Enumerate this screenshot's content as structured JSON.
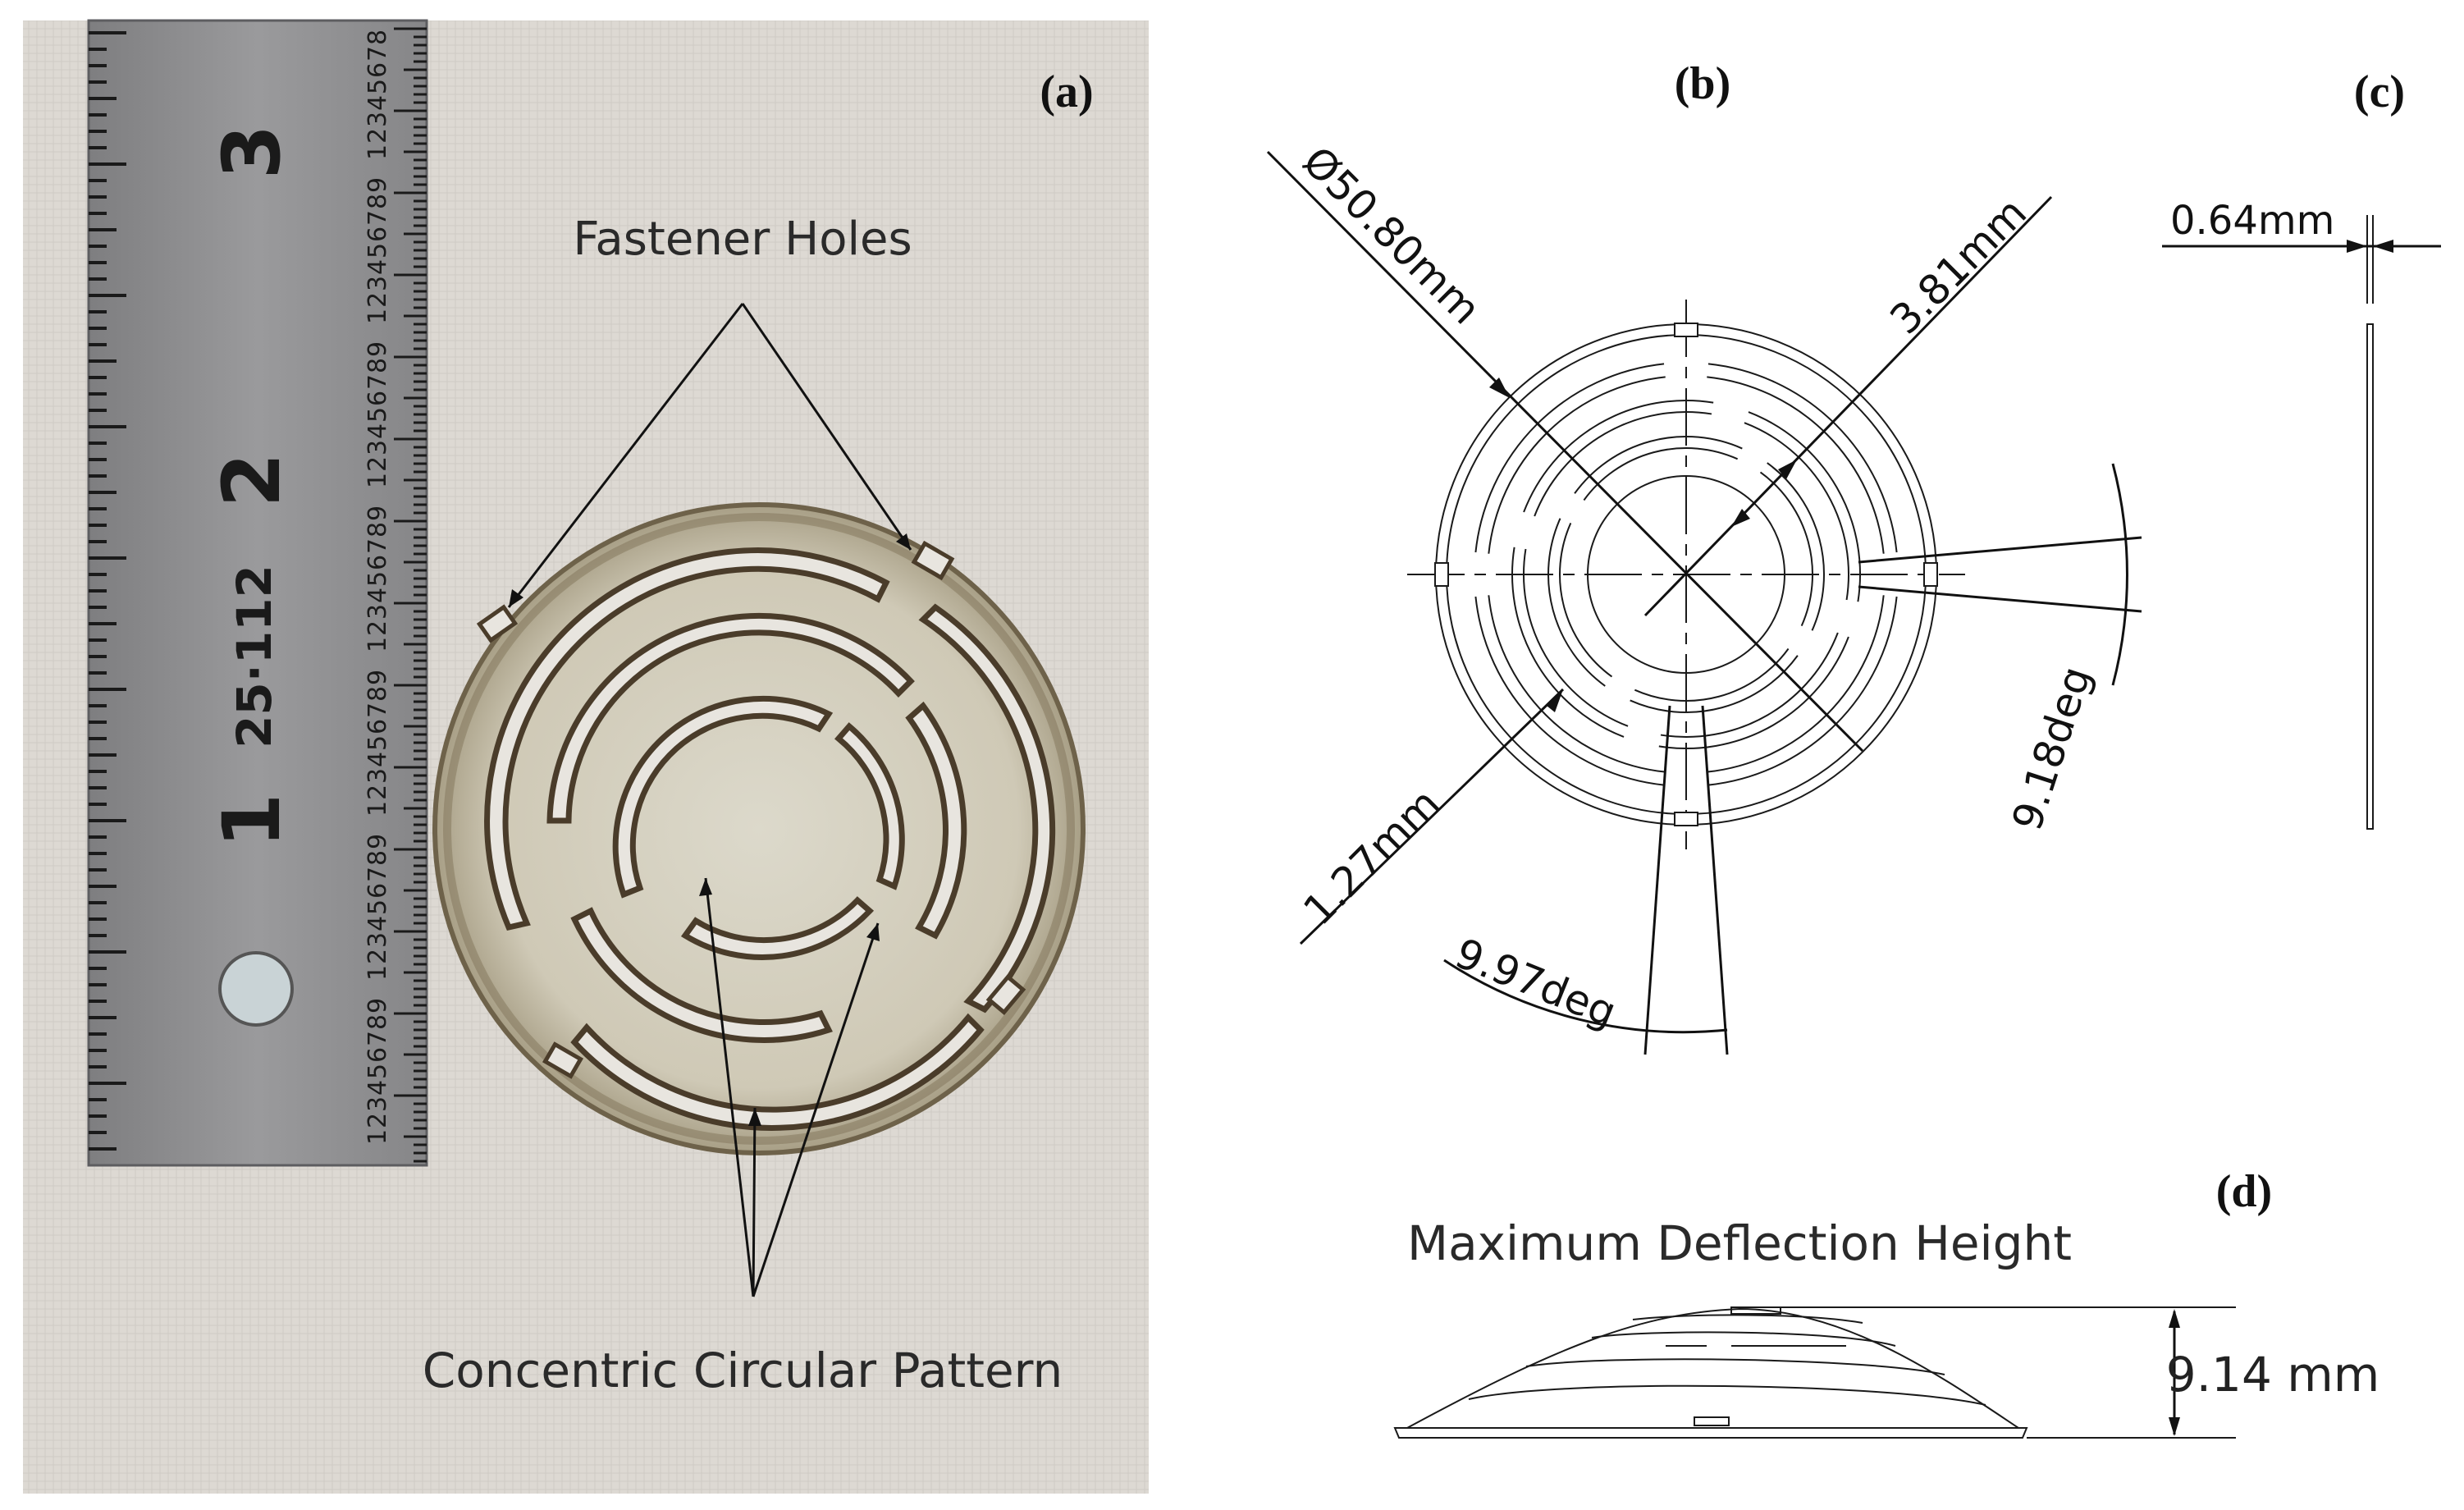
{
  "panels": {
    "a": {
      "label": "(a)",
      "annotations": {
        "fastener": "Fastener Holes",
        "pattern": "Concentric Circular Pattern"
      },
      "ruler": {
        "major": [
          "1",
          "2",
          "3"
        ],
        "minor": [
          "1",
          "2",
          "3",
          "4",
          "5",
          "6",
          "7",
          "8",
          "9"
        ],
        "stamp": "25·112"
      }
    },
    "b": {
      "label": "(b)",
      "dimensions": {
        "diameter": "Ø50.80mm",
        "slot_width": "3.81mm",
        "ring_gap": "1.27mm",
        "bottom_angle": "9.97deg",
        "side_angle": "9.18deg"
      }
    },
    "c": {
      "label": "(c)",
      "dimensions": {
        "thickness": "0.64mm"
      }
    },
    "d": {
      "label": "(d)",
      "title": "Maximum Deflection Height",
      "dimensions": {
        "height": "9.14 mm"
      }
    }
  },
  "colors": {
    "photo_background": "#dcd9d3",
    "ruler_steel": "#8c8c8e",
    "disk_fill": "#d4d0bf",
    "disk_rust": "#4a3c2a",
    "line_art": "#1a1a1a"
  }
}
